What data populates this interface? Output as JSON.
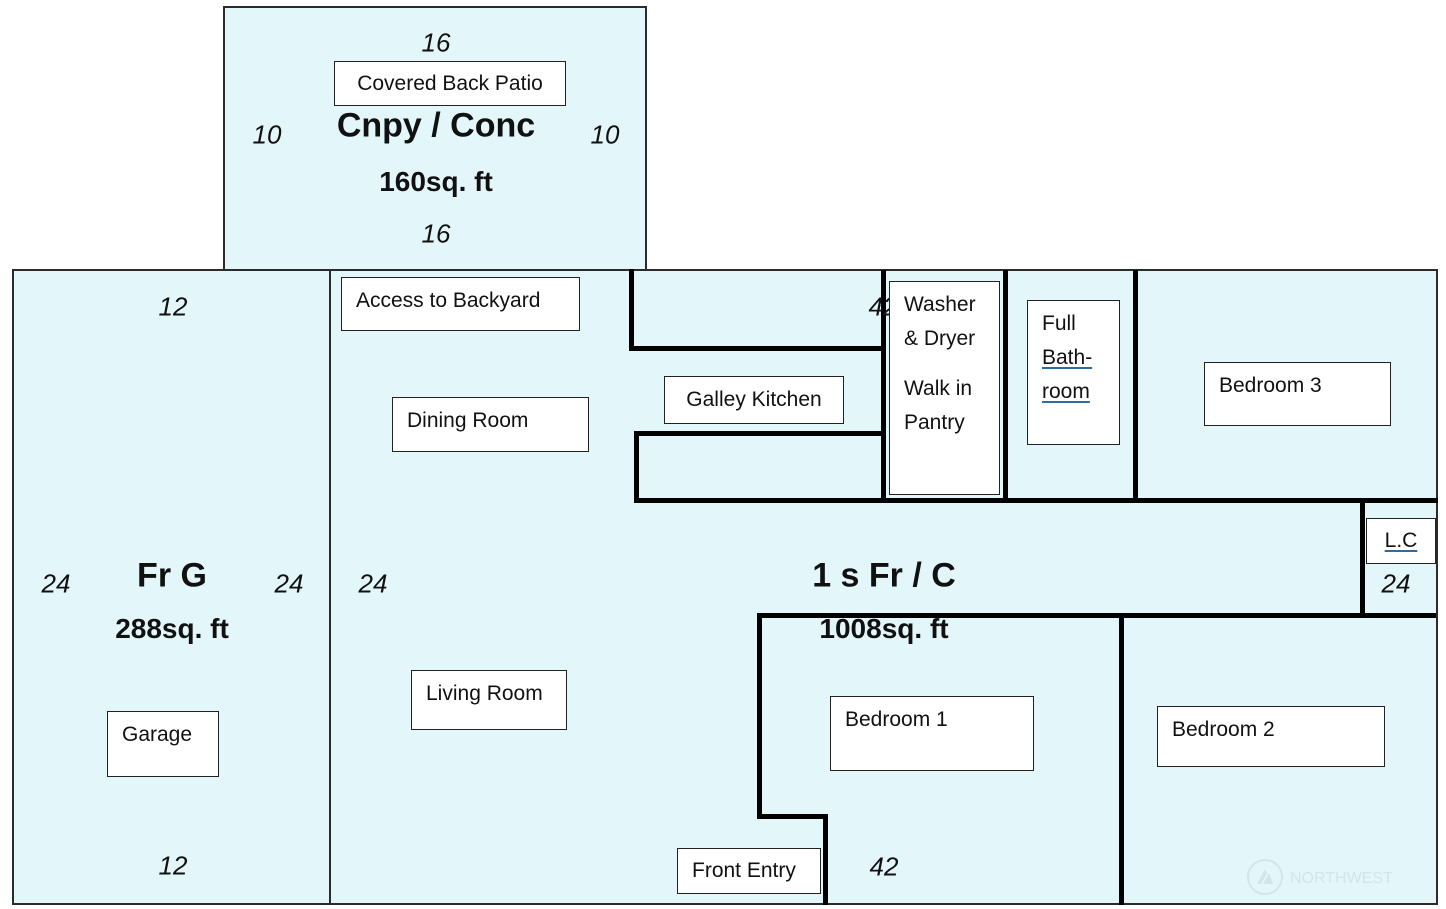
{
  "patio": {
    "dim_top": "16",
    "dim_bottom": "16",
    "dim_left": "10",
    "dim_right": "10",
    "code": "Cnpy / Conc",
    "area": "160sq. ft",
    "label": "Covered Back Patio"
  },
  "garage": {
    "dim_top": "12",
    "dim_bottom": "12",
    "dim_left": "24",
    "dim_right": "24",
    "code": "Fr G",
    "area": "288sq. ft",
    "label": "Garage"
  },
  "house": {
    "dim_left": "24",
    "dim_right": "24",
    "dim_bottom": "42",
    "dim_top_partial": "42",
    "code": "1 s Fr / C",
    "area": "1008sq. ft"
  },
  "rooms": {
    "access_backyard": "Access to Backyard",
    "dining_room": "Dining Room",
    "galley_kitchen": "Galley Kitchen",
    "washer_line1": "Washer",
    "washer_line2": "& Dryer",
    "pantry_line1": "Walk in",
    "pantry_line2": "Pantry",
    "full_bath_line1": "Full",
    "full_bath_line2": "Bath-",
    "full_bath_line3": "room",
    "bedroom_3": "Bedroom 3",
    "linen_closet": "L.C",
    "living_room": "Living Room",
    "bedroom_1": "Bedroom 1",
    "bedroom_2": "Bedroom 2",
    "front_entry": "Front Entry"
  },
  "colors": {
    "fill": "#e3f7fa",
    "wall": "#000000",
    "outline": "#2b2b2b"
  },
  "watermark": {
    "icon": "watermark-logo-icon",
    "text": "NORTHWEST"
  }
}
